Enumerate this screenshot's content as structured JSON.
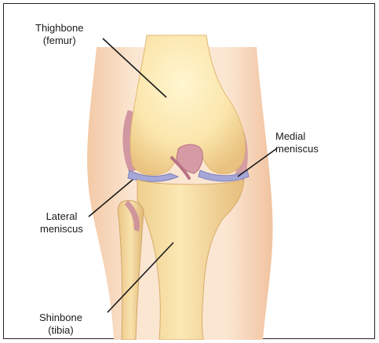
{
  "labels": {
    "thighbone": {
      "line1": "Thighbone",
      "line2": "(femur)"
    },
    "medial_meniscus": {
      "line1": "Medial",
      "line2": "meniscus"
    },
    "lateral_meniscus": {
      "line1": "Lateral",
      "line2": "meniscus"
    },
    "shinbone": {
      "line1": "Shinbone",
      "line2": "(tibia)"
    }
  },
  "colors": {
    "skin": "#f7dcc0",
    "bone": "#fbeab3",
    "bone_shadow": "#eac585",
    "meniscus": "#a5a7d8",
    "ligament": "#c98a9a",
    "leader_line": "#1a1a1a"
  }
}
